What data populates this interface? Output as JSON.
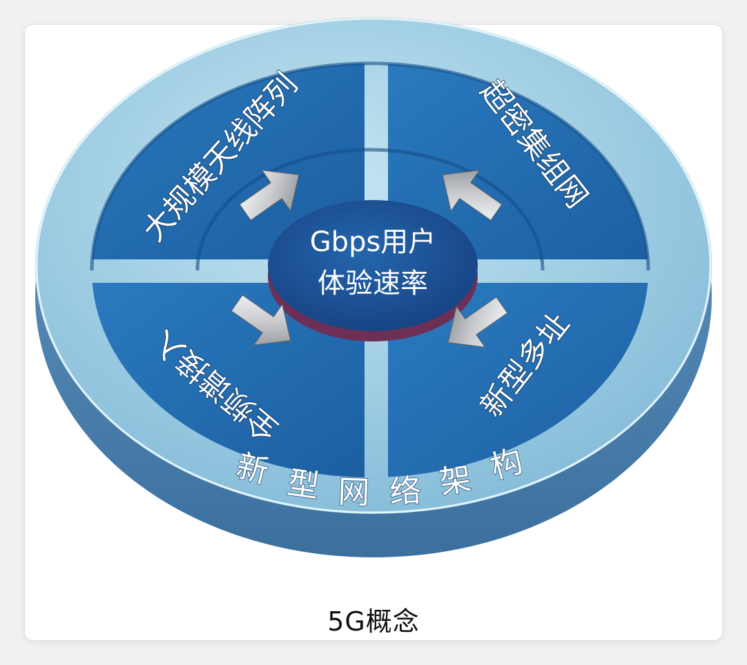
{
  "diagram": {
    "center": {
      "line1": "Gbps用户",
      "line2": "体验速率"
    },
    "segments": {
      "top_left": "大规模天线阵列",
      "top_right": "超密集组网",
      "bottom_left": "全频谱接入",
      "bottom_right": "新型多址"
    },
    "outer_ring": [
      "新",
      "型",
      "网",
      "络",
      "架",
      "构"
    ],
    "colors": {
      "segment_blue": "#1f68ad",
      "ring_light": "#8fc6de",
      "disc_dark": "#1b4f94",
      "disc_rim": "#7a3a5e"
    }
  },
  "caption": "5G概念"
}
